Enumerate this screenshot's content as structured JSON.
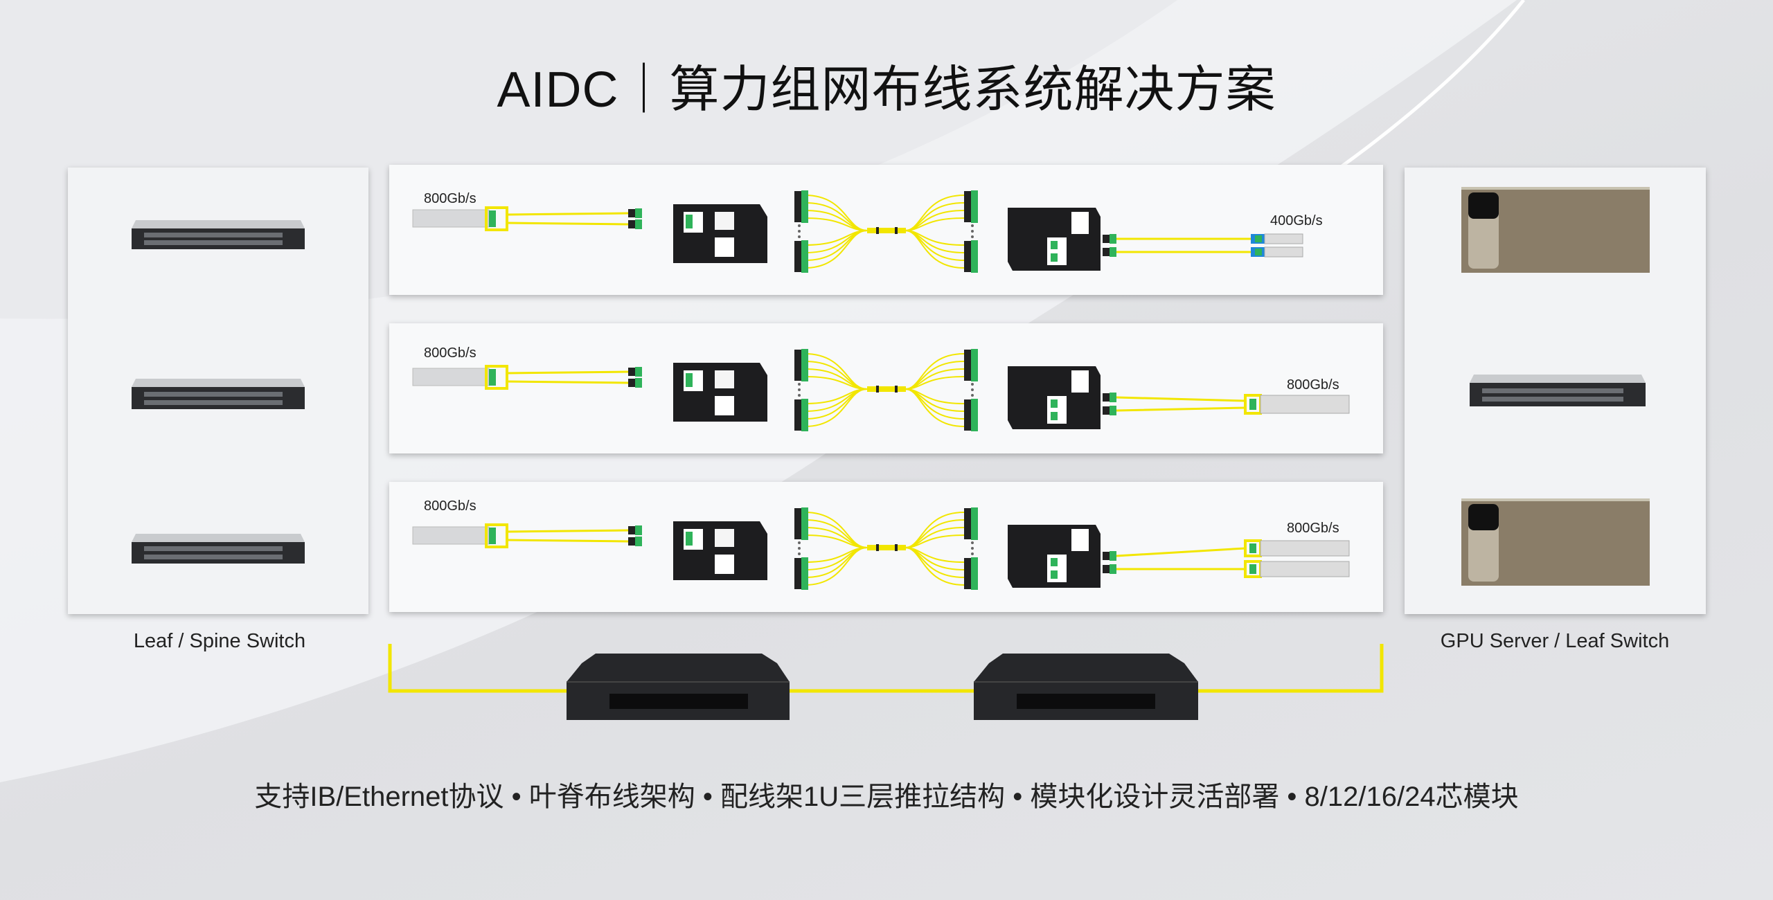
{
  "title": "AIDC｜算力组网布线系统解决方案",
  "left_panel": {
    "caption": "Leaf / Spine Switch"
  },
  "right_panel": {
    "caption": "GPU Server / Leaf Switch"
  },
  "rows": [
    {
      "left_speed": "800Gb/s",
      "right_speed": "400Gb/s",
      "right_type": "dual"
    },
    {
      "left_speed": "800Gb/s",
      "right_speed": "800Gb/s",
      "right_type": "single"
    },
    {
      "left_speed": "800Gb/s",
      "right_speed": "800Gb/s",
      "right_type": "stacked"
    }
  ],
  "features": "支持IB/Ethernet协议 • 叶脊布线架构 • 配线架1U三层推拉结构 • 模块化设计灵活部署 • 8/12/16/24芯模块",
  "colors": {
    "fiber": "#f2e600",
    "connector": "#2fb35a",
    "cassette": "#1d1d1f",
    "blue_connector": "#1e88d9"
  }
}
